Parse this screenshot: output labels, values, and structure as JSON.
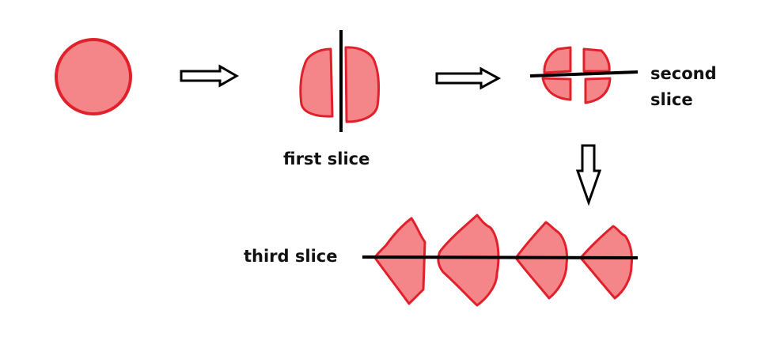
{
  "labels": {
    "first_slice": "first slice",
    "second_slice_line1": "second",
    "second_slice_line2": "slice",
    "third_slice": "third slice"
  },
  "colors": {
    "fill": "#f4868a",
    "stroke": "#e0212b",
    "cut_line": "#000000",
    "arrow_stroke": "#000000",
    "arrow_fill": "#ffffff"
  }
}
